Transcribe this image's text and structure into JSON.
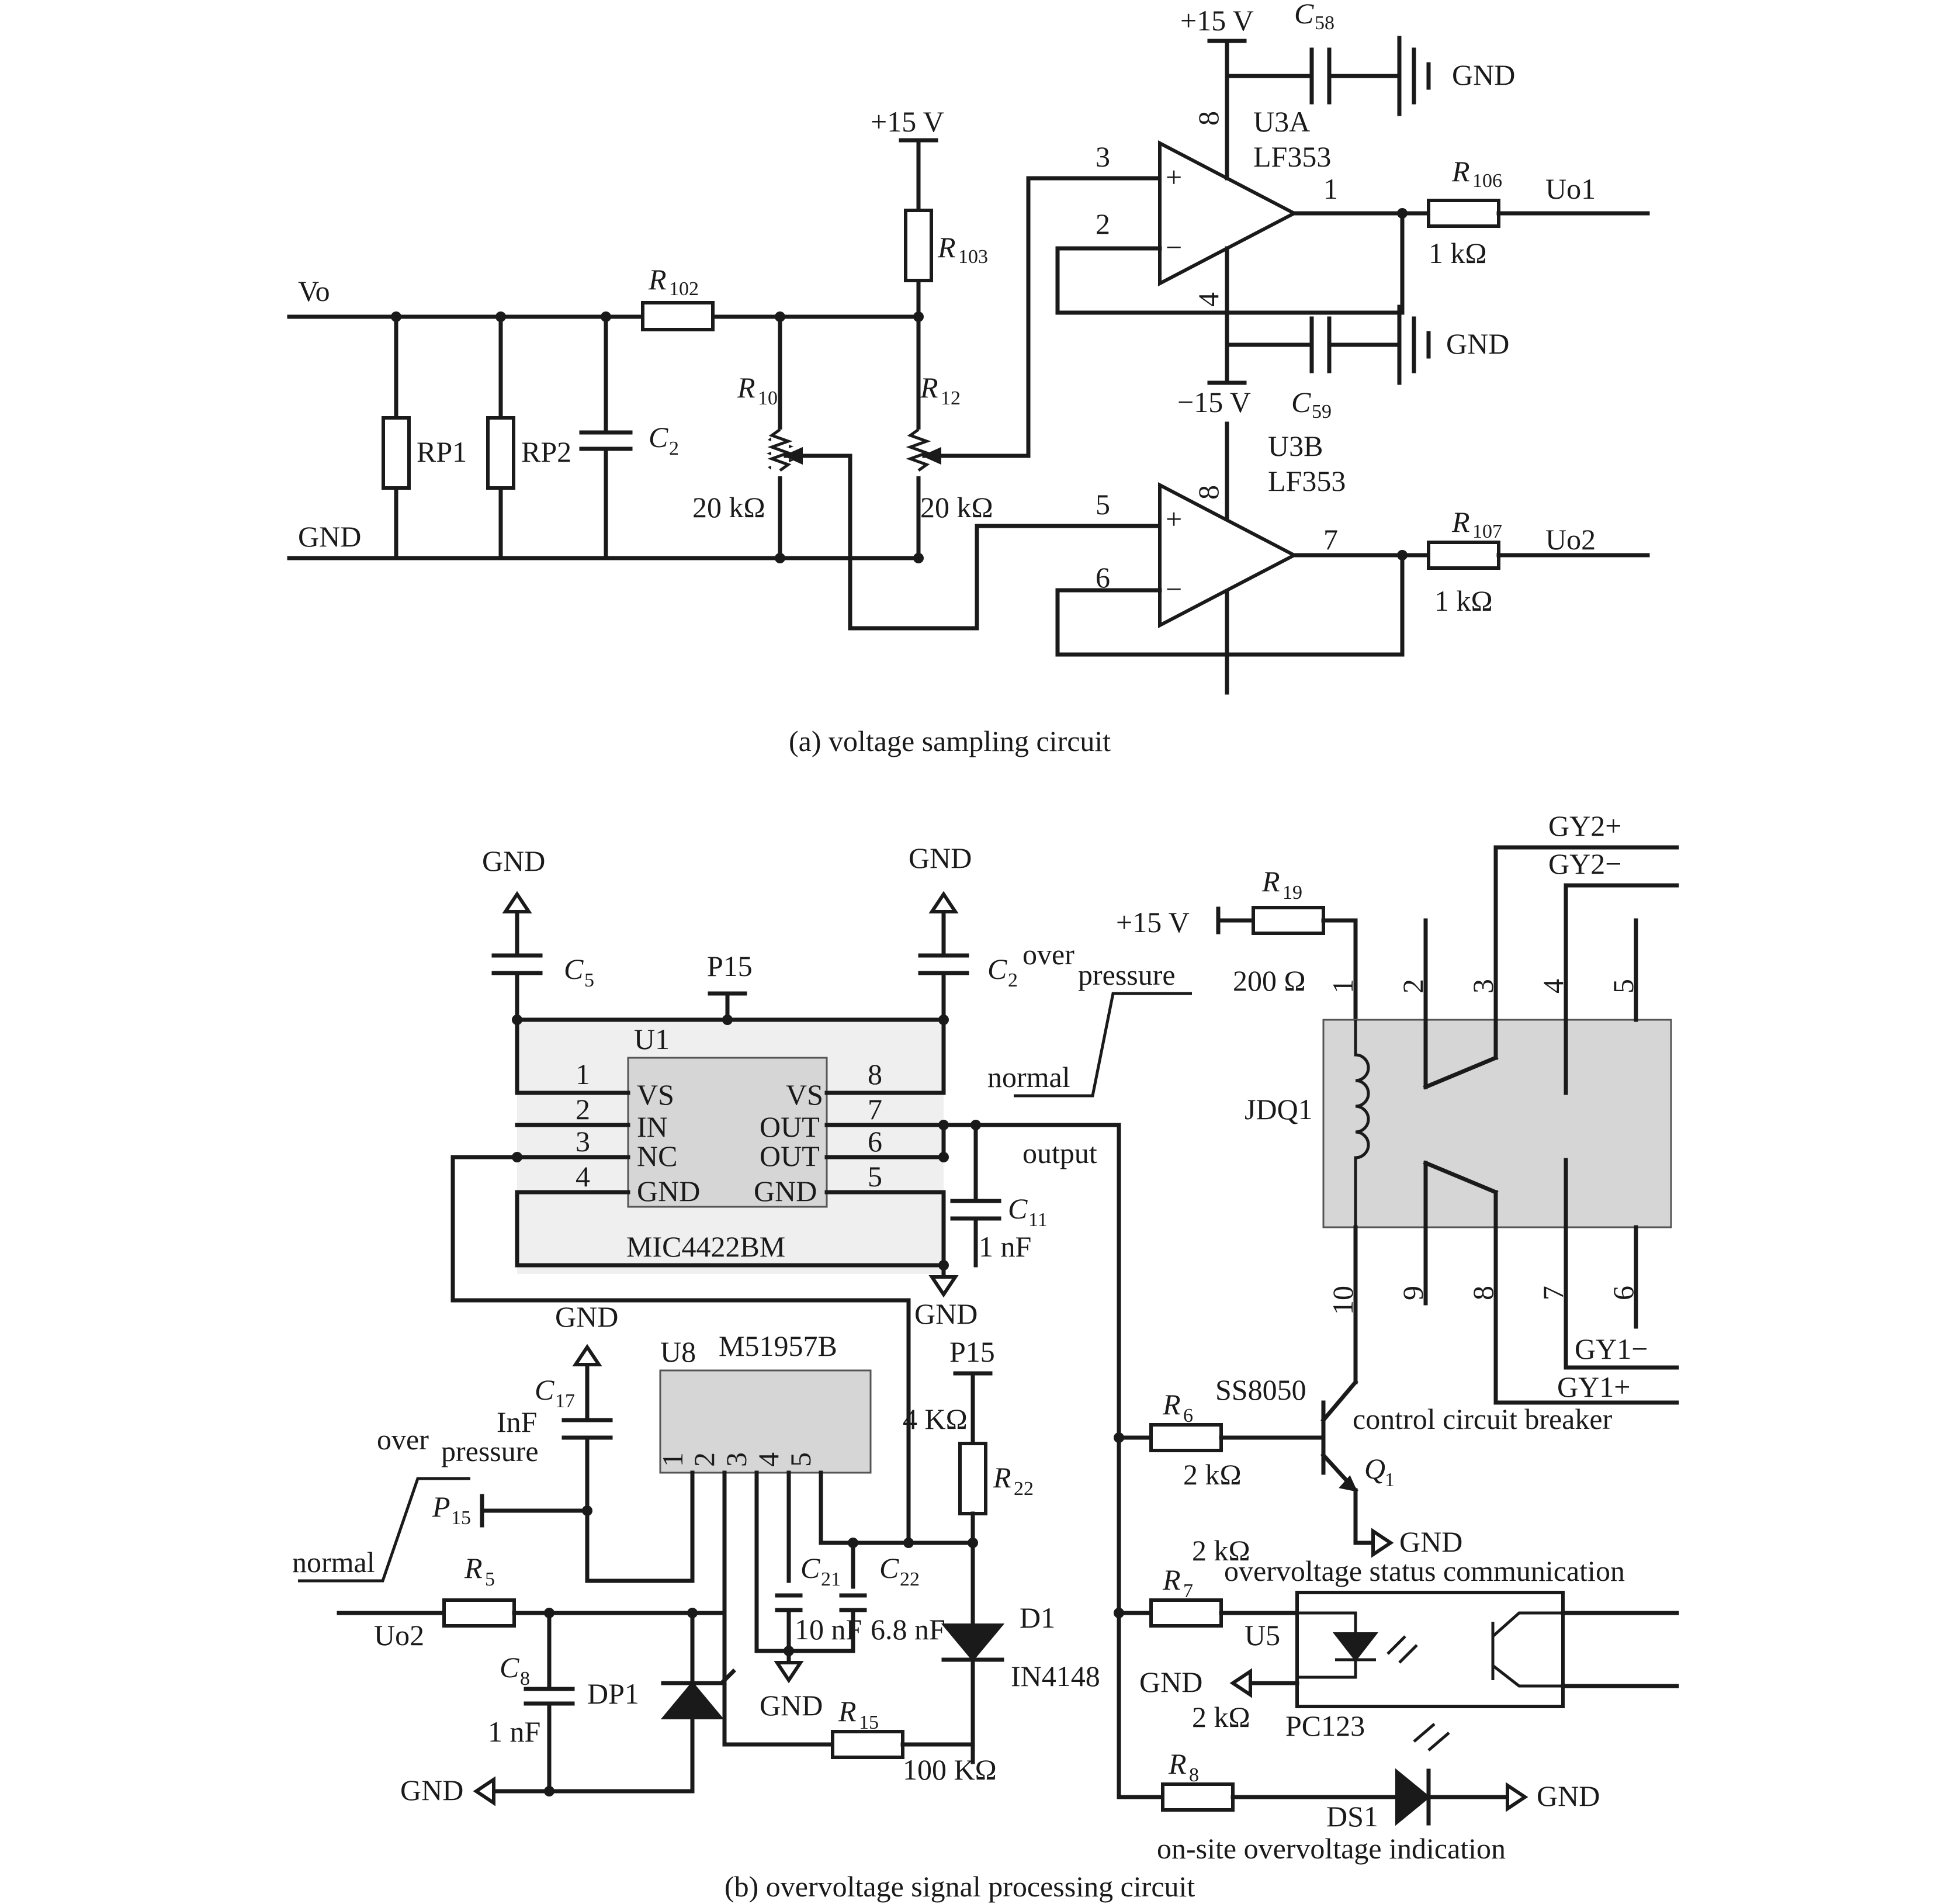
{
  "a": {
    "caption": "(a) voltage sampling circuit",
    "vo": "Vo",
    "gnd": "GND",
    "rp1": "RP1",
    "rp2": "RP2",
    "c2": "C",
    "c2_sub": "2",
    "r102": "R",
    "r102_sub": "102",
    "r103": "R",
    "r103_sub": "103",
    "r10": "R",
    "r10_sub": "10",
    "r10_val": "20 kΩ",
    "r12": "R",
    "r12_sub": "12",
    "r12_val": "20 kΩ",
    "p15v_mid": "+15 V",
    "p15v_top": "+15 V",
    "m15v": "−15 V",
    "c58": "C",
    "c58_sub": "58",
    "c59": "C",
    "c59_sub": "59",
    "gnd_top": "GND",
    "gnd_mid": "GND",
    "u3a": "U3A",
    "u3a_part": "LF353",
    "u3b": "U3B",
    "u3b_part": "LF353",
    "pin_3": "3",
    "pin_2": "2",
    "pin_1": "1",
    "pin_8a": "8",
    "pin_4": "4",
    "pin_5": "5",
    "pin_6": "6",
    "pin_7": "7",
    "pin_8b": "8",
    "plus": "+",
    "minus": "−",
    "r106": "R",
    "r106_sub": "106",
    "r106_val": "1 kΩ",
    "uo1": "Uo1",
    "r107": "R",
    "r107_sub": "107",
    "r107_val": "1 kΩ",
    "uo2": "Uo2"
  },
  "b": {
    "caption": "(b) overvoltage signal processing circuit",
    "gnd_c5": "GND",
    "gnd_c2": "GND",
    "c5": "C",
    "c5_sub": "5",
    "c2": "C",
    "c2_sub": "2",
    "p15_u1": "P15",
    "u1": "U1",
    "u1_part": "MIC4422BM",
    "u1_pins_left": [
      "1",
      "2",
      "3",
      "4"
    ],
    "u1_labels_left": [
      "VS",
      "IN",
      "NC",
      "GND"
    ],
    "u1_pins_right": [
      "8",
      "7",
      "6",
      "5"
    ],
    "u1_labels_right": [
      "VS",
      "OUT",
      "OUT",
      "GND"
    ],
    "c11": "C",
    "c11_sub": "11",
    "c11_val": "1 nF",
    "gnd_c11": "GND",
    "sw_over": "over",
    "sw_pressure": "pressure",
    "sw_normal": "normal",
    "output": "output",
    "gnd_c17": "GND",
    "c17": "C",
    "c17_sub": "17",
    "c17_val": "InF",
    "u8": "U8",
    "u8_part": "M51957B",
    "u8_pins": [
      "1",
      "2",
      "3",
      "4",
      "5"
    ],
    "sw2_over": "over",
    "sw2_pressure": "pressure",
    "sw2_normal": "normal",
    "p15_sw": "P",
    "p15_sw_sub": "15",
    "c21": "C",
    "c21_sub": "21",
    "c21_val": "10 nF",
    "c22": "C",
    "c22_sub": "22",
    "c22_val": "6.8 nF",
    "gnd_c21": "GND",
    "p15_r22": "P15",
    "r22": "R",
    "r22_sub": "22",
    "r22_val": "4 KΩ",
    "d1": "D1",
    "d1_part": "IN4148",
    "r5": "R",
    "r5_sub": "5",
    "uo2": "Uo2",
    "c8": "C",
    "c8_sub": "8",
    "c8_val": "1 nF",
    "dp1": "DP1",
    "gnd_c8": "GND",
    "r15": "R",
    "r15_sub": "15",
    "r15_val": "100 KΩ",
    "p15v": "+15 V",
    "r19": "R",
    "r19_sub": "19",
    "r19_val": "200 Ω",
    "jdq1": "JDQ1",
    "relay_pins_top": [
      "1",
      "2",
      "3",
      "4",
      "5"
    ],
    "relay_pins_bottom": [
      "10",
      "9",
      "8",
      "7",
      "6"
    ],
    "gy2p": "GY2+",
    "gy2m": "GY2−",
    "gy1m": "GY1−",
    "gy1p": "GY1+",
    "ss8050": "SS8050",
    "r6": "R",
    "r6_sub": "6",
    "r6_val": "2 kΩ",
    "q1": "Q",
    "q1_sub": "1",
    "control": "control circuit breaker",
    "gnd_q1": "GND",
    "r7": "R",
    "r7_sub": "7",
    "r7_val": "2 kΩ",
    "overvoltage_comm": "overvoltage status communication",
    "u5": "U5",
    "pc123": "PC123",
    "gnd_u5": "GND",
    "gnd_u5_val": "2 kΩ",
    "r8": "R",
    "r8_sub": "8",
    "ds1": "DS1",
    "gnd_ds1": "GND",
    "onsite": "on-site overvoltage indication"
  }
}
